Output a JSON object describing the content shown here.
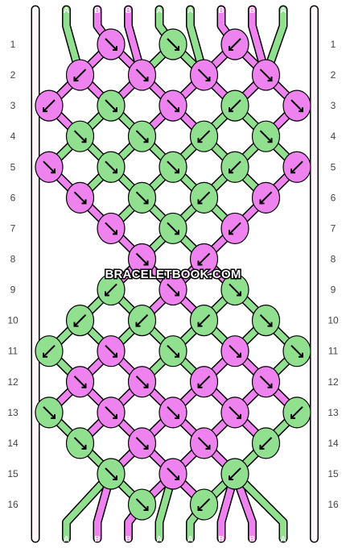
{
  "site": {
    "watermark": "BRACELETBOOK.COM"
  },
  "colors": {
    "A": "#90e090",
    "B": "#ee82ee",
    "C": "#fff6fc",
    "line": "#000000"
  },
  "strands_top": [
    "C",
    "A",
    "B",
    "B",
    "A",
    "A",
    "B",
    "B",
    "A",
    "C"
  ],
  "strands_bottom": [
    "C",
    "A",
    "B",
    "B",
    "A",
    "A",
    "B",
    "B",
    "A",
    "C"
  ],
  "rows": [
    {
      "label": "1",
      "knots": [
        {
          "c": "B",
          "d": "se"
        },
        {
          "c": "A",
          "d": "se"
        },
        {
          "c": "B",
          "d": "sw"
        }
      ]
    },
    {
      "label": "2",
      "knots": [
        {
          "c": "B",
          "d": "sw"
        },
        {
          "c": "B",
          "d": "se"
        },
        {
          "c": "B",
          "d": "se"
        },
        {
          "c": "B",
          "d": "se"
        }
      ]
    },
    {
      "label": "3",
      "knots": [
        {
          "c": "B",
          "d": "sw"
        },
        {
          "c": "A",
          "d": "se"
        },
        {
          "c": "B",
          "d": "se"
        },
        {
          "c": "A",
          "d": "sw"
        },
        {
          "c": "B",
          "d": "se"
        }
      ]
    },
    {
      "label": "4",
      "knots": [
        {
          "c": "A",
          "d": "se"
        },
        {
          "c": "A",
          "d": "se"
        },
        {
          "c": "A",
          "d": "sw"
        },
        {
          "c": "A",
          "d": "se"
        }
      ]
    },
    {
      "label": "5",
      "knots": [
        {
          "c": "B",
          "d": "se"
        },
        {
          "c": "A",
          "d": "se"
        },
        {
          "c": "A",
          "d": "se"
        },
        {
          "c": "A",
          "d": "sw"
        },
        {
          "c": "B",
          "d": "sw"
        }
      ]
    },
    {
      "label": "6",
      "knots": [
        {
          "c": "B",
          "d": "se"
        },
        {
          "c": "A",
          "d": "se"
        },
        {
          "c": "A",
          "d": "sw"
        },
        {
          "c": "B",
          "d": "sw"
        }
      ]
    },
    {
      "label": "7",
      "knots": [
        {
          "c": "B",
          "d": "se"
        },
        {
          "c": "A",
          "d": "se"
        },
        {
          "c": "B",
          "d": "sw"
        }
      ]
    },
    {
      "label": "8",
      "knots": [
        {
          "c": "B",
          "d": "se"
        },
        {
          "c": "B",
          "d": "sw"
        }
      ]
    },
    {
      "label": "9",
      "knots": [
        {
          "c": "A",
          "d": "sw"
        },
        {
          "c": "B",
          "d": "se"
        },
        {
          "c": "A",
          "d": "se"
        }
      ]
    },
    {
      "label": "10",
      "knots": [
        {
          "c": "A",
          "d": "sw"
        },
        {
          "c": "A",
          "d": "sw"
        },
        {
          "c": "A",
          "d": "sw"
        },
        {
          "c": "A",
          "d": "se"
        }
      ]
    },
    {
      "label": "11",
      "knots": [
        {
          "c": "A",
          "d": "sw"
        },
        {
          "c": "B",
          "d": "se"
        },
        {
          "c": "A",
          "d": "se"
        },
        {
          "c": "B",
          "d": "se"
        },
        {
          "c": "A",
          "d": "se"
        }
      ]
    },
    {
      "label": "12",
      "knots": [
        {
          "c": "B",
          "d": "se"
        },
        {
          "c": "B",
          "d": "se"
        },
        {
          "c": "B",
          "d": "sw"
        },
        {
          "c": "B",
          "d": "se"
        }
      ]
    },
    {
      "label": "13",
      "knots": [
        {
          "c": "A",
          "d": "se"
        },
        {
          "c": "B",
          "d": "se"
        },
        {
          "c": "B",
          "d": "se"
        },
        {
          "c": "B",
          "d": "se"
        },
        {
          "c": "A",
          "d": "sw"
        }
      ]
    },
    {
      "label": "14",
      "knots": [
        {
          "c": "A",
          "d": "se"
        },
        {
          "c": "B",
          "d": "se"
        },
        {
          "c": "B",
          "d": "se"
        },
        {
          "c": "A",
          "d": "sw"
        }
      ]
    },
    {
      "label": "15",
      "knots": [
        {
          "c": "A",
          "d": "se"
        },
        {
          "c": "B",
          "d": "se"
        },
        {
          "c": "A",
          "d": "sw"
        }
      ]
    },
    {
      "label": "16",
      "knots": [
        {
          "c": "A",
          "d": "se"
        },
        {
          "c": "A",
          "d": "sw"
        }
      ]
    }
  ]
}
